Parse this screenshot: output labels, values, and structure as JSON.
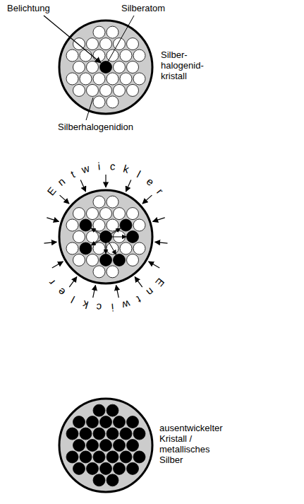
{
  "diagram": {
    "labels": [
      "Belichtung",
      "Silberatom",
      "Silber- halogenid- kristall",
      "Silberhalogenidion",
      "Entwickler",
      "Entwickler",
      "ausentwickelter Kristall / metallisches Silber"
    ]
  }
}
